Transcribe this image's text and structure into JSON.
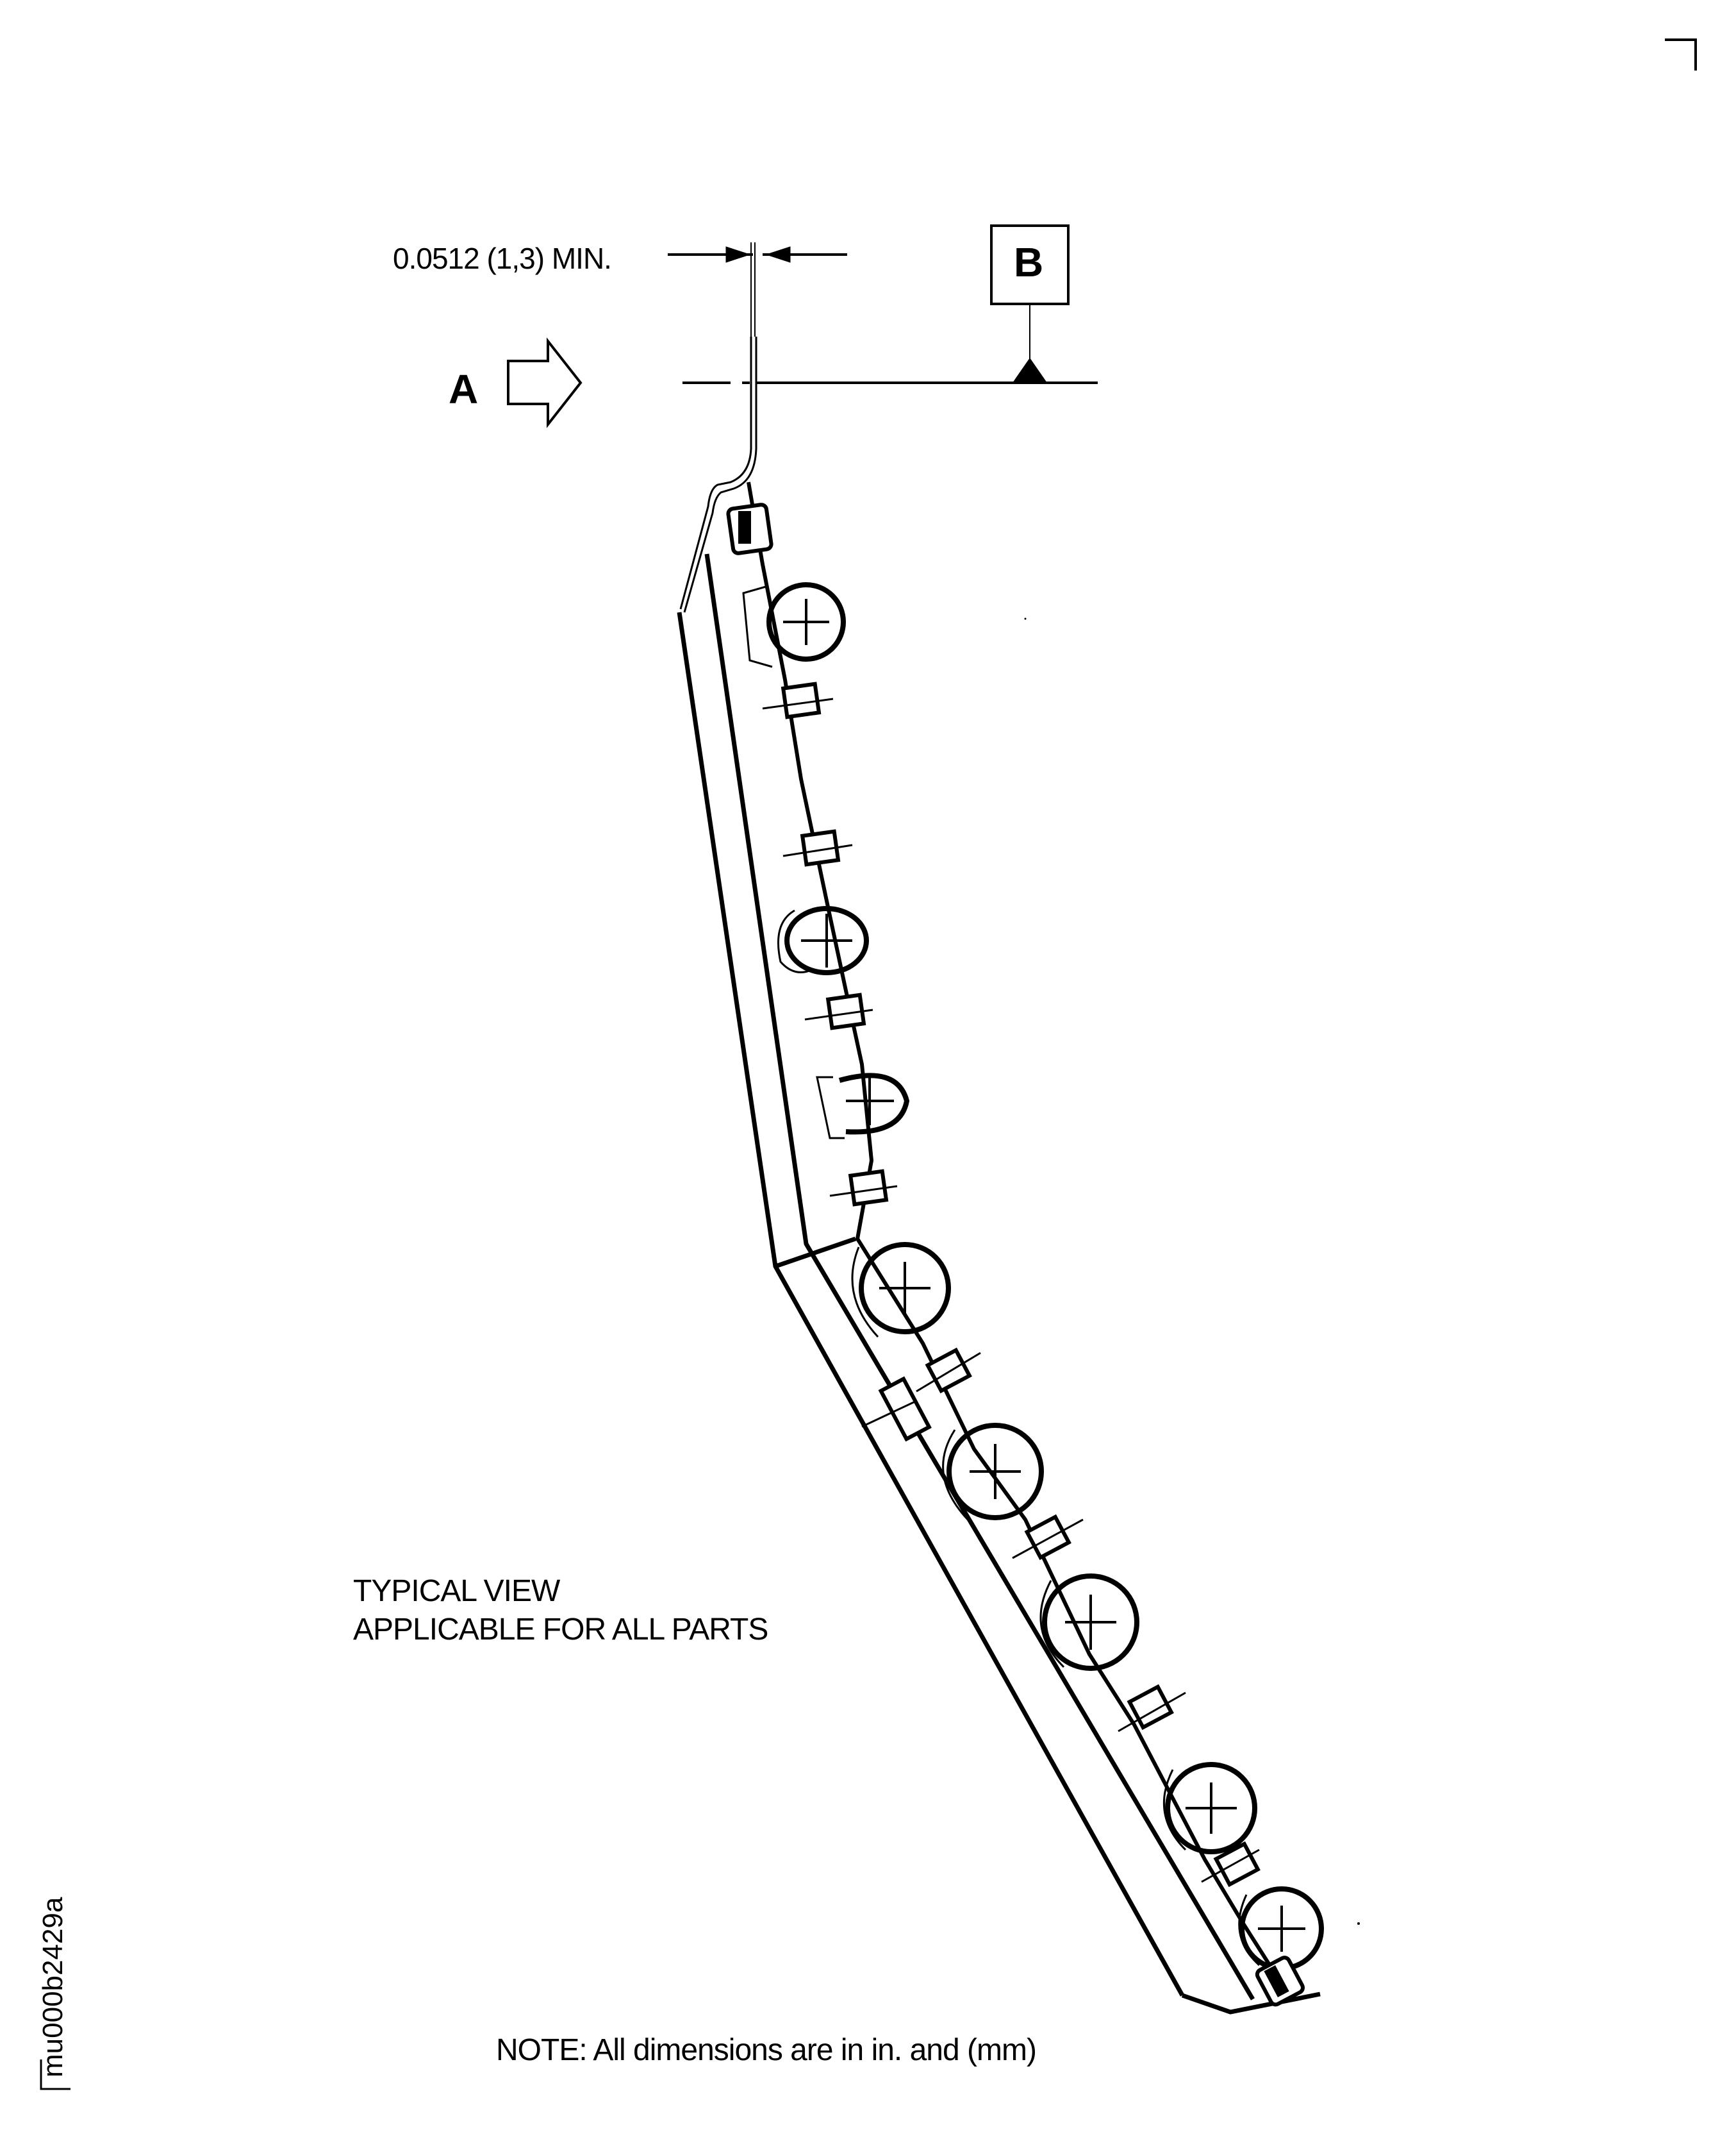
{
  "drawing": {
    "title": "Typical view applicable for all parts",
    "dimension": {
      "label": "0.0512 (1,3) MIN.",
      "value_in": 0.0512,
      "value_mm": 1.3,
      "qualifier": "MIN."
    },
    "datum": {
      "label": "B"
    },
    "view_arrow": {
      "label": "A"
    },
    "notes": {
      "typical_line1": "TYPICAL VIEW",
      "typical_line2": "APPLICABLE FOR ALL PARTS",
      "units": "NOTE: All dimensions are in in. and (mm)"
    },
    "figure_id": "mu000b2429a",
    "mounting_holes_count": 8,
    "line_color": "#000000",
    "background_color": "#ffffff"
  }
}
